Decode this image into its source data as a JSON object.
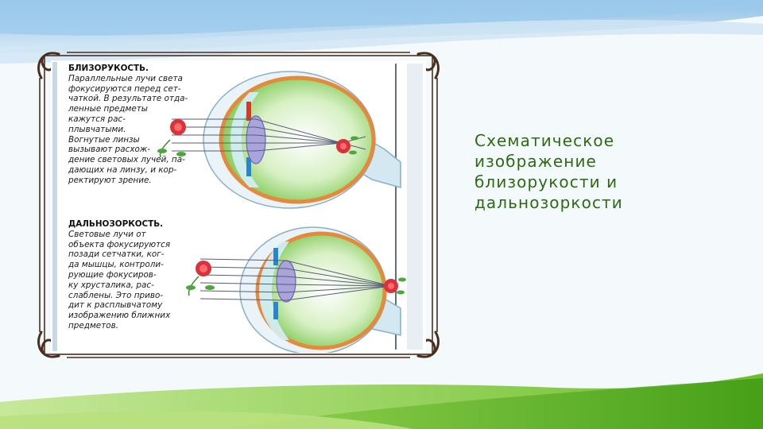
{
  "slide": {
    "title_lines": [
      "Схематическое",
      "изображение",
      "близорукости и",
      "дальнозоркости"
    ]
  },
  "diagram": {
    "myopia": {
      "heading": "БЛИЗОРУКОСТЬ.",
      "lines": [
        "Параллельные лучи света",
        "фокусируются перед сет-",
        "чаткой. В результате отда-",
        "ленные предметы",
        "кажутся рас-",
        "плывчатыми.",
        "Вогнутые линзы",
        "вызывают расхож-",
        "дение световых лучей, па-",
        "дающих на линзу, и кор-",
        "ректируют зрение."
      ]
    },
    "hyperopia": {
      "heading": "ДАЛЬНОЗОРКОСТЬ.",
      "lines": [
        "Световые лучи от",
        "объекта фокусируются",
        "позади сетчатки, ког-",
        "да мышцы, контроли-",
        "рующие фокусиров-",
        "ку хрусталика, рас-",
        "слаблены. Это приво-",
        "дит к расплывчатому",
        "изображению ближних",
        "предметов."
      ]
    }
  },
  "colors": {
    "title_text": "#2e6a12",
    "eye_fill": "#8fd16a",
    "sclera": "#e58a3c",
    "lens": "#a9a4dc",
    "frame": "#4a2f1e"
  },
  "icons": [
    "rose-icon",
    "corner-flourish-icon"
  ]
}
